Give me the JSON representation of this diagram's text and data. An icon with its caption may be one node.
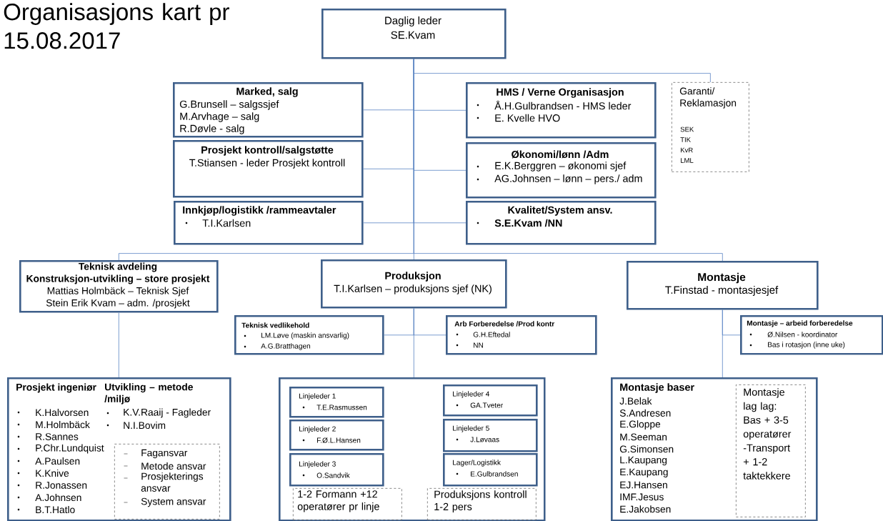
{
  "diagram": {
    "title": "Organisasjons kart pr 15.08.2017",
    "nodes": [
      {
        "text": [
          "Daglig leder",
          "SE.Kvam"
        ]
      },
      {
        "text": [
          "Marked, salg",
          "G.Brunsell – salgssjef",
          "M.Arvhage – salg",
          "R.Døvle - salg"
        ]
      },
      {
        "text": [
          "Prosjekt kontroll/salgstøtte",
          "T.Stiansen - leder Prosjekt kontroll"
        ]
      },
      {
        "text": [
          "Innkjøp/logistikk /rammeavtaler",
          "T.I.Karlsen"
        ]
      },
      {
        "text": [
          "HMS / Verne Organisasjon",
          "Å.H.Gulbrandsen - HMS leder",
          "E. Kvelle HVO"
        ]
      },
      {
        "text": [
          "Økonomi/lønn /Adm",
          "E.K.Berggren – økonomi sjef",
          "AG.Johnsen – lønn – pers./ adm"
        ]
      },
      {
        "text": [
          "Kvalitet/System ansv.",
          "S.E.Kvam /NN"
        ]
      },
      {
        "text": [
          "Garanti/ Reklamasjon",
          "SEK",
          "TIK",
          "KvR",
          "LML"
        ]
      },
      {
        "text": [
          "Teknisk avdeling",
          "Konstruksjon-utvikling – store prosjekt",
          "Mattias Holmbäck – Teknisk Sjef",
          "Stein Erik Kvam – adm. /prosjekt"
        ]
      },
      {
        "text": [
          "Produksjon",
          "T.I.Karlsen – produksjons sjef (NK)"
        ]
      },
      {
        "text": [
          "Montasje",
          "T.Finstad - montasjesjef"
        ]
      },
      {
        "text": [
          "Teknisk vedlikehold",
          "LM.Løve (maskin ansvarlig)",
          "A.G.Bratthagen"
        ]
      },
      {
        "text": [
          "Arb Forberedelse /Prod kontr",
          "G.H.Eftedal",
          "NN"
        ]
      },
      {
        "text": [
          "Montasje – arbeid forberedelse",
          "Ø.Nilsen - koordinator",
          "Bas i rotasjon (inne uke)"
        ]
      },
      {
        "text": [
          "Prosjekt ingeniør",
          "K.Halvorsen",
          "M.Holmbäck",
          "R.Sannes",
          "P.Chr.Lundquist",
          "A.Paulsen",
          "K.Knive",
          "R.Jonassen",
          "A.Johnsen",
          "B.T.Hatlo",
          "Utvikling – metode /miljø",
          "K.V.Raaij - Fagleder",
          "N.I.Bovim"
        ]
      },
      {
        "text": [
          "Fagansvar",
          "Metode ansvar",
          "Prosjekterings ansvar",
          "System ansvar"
        ],
        "in": 14
      },
      {
        "text": [],
        "shape": "box"
      },
      {
        "text": [
          "Linjeleder 1",
          "T.E.Rasmussen"
        ],
        "in": 16
      },
      {
        "text": [
          "Linjeleder 2",
          "F.Ø.L.Hansen"
        ],
        "in": 16
      },
      {
        "text": [
          "Linjeleder 3",
          "O.Sandvik"
        ],
        "in": 16
      },
      {
        "text": [
          "1-2 Formann +12 operatører pr linje"
        ],
        "in": 16
      },
      {
        "text": [
          "Linjeleder 4",
          "GA.Tveter"
        ],
        "in": 16
      },
      {
        "text": [
          "Linjeleder 5",
          "J.Løvaas"
        ],
        "in": 16
      },
      {
        "text": [
          "Lager/Logistikk",
          "E.Gulbrandsen"
        ],
        "in": 16
      },
      {
        "text": [
          "Produksjons kontroll 1-2 pers"
        ],
        "in": 16
      },
      {
        "text": [
          "Montasje baser",
          "J.Belak",
          "S.Andresen",
          "E.Gloppe",
          "M.Seeman",
          "G.Simonsen",
          "L.Kaupang",
          "E.Kaupang",
          "EJ.Hansen",
          "IMF.Jesus",
          "E.Jakobsen"
        ]
      },
      {
        "text": [
          "Montasje lag lag: Bas + 3-5 operatører -Transport + 1-2 taktekkere"
        ],
        "in": 25
      }
    ],
    "edges": [
      {
        "from": 0,
        "to": 1,
        "arrow": "none"
      },
      {
        "from": 0,
        "to": 4,
        "arrow": "none"
      },
      {
        "from": 0,
        "to": 2,
        "arrow": "none"
      },
      {
        "from": 0,
        "to": 5,
        "arrow": "none"
      },
      {
        "from": 0,
        "to": 3,
        "arrow": "none"
      },
      {
        "from": 0,
        "to": 6,
        "arrow": "none"
      },
      {
        "from": 0,
        "to": 7,
        "arrow": "none"
      },
      {
        "from": 0,
        "to": 8,
        "arrow": "none"
      },
      {
        "from": 0,
        "to": 9,
        "arrow": "none"
      },
      {
        "from": 0,
        "to": 10,
        "arrow": "none"
      },
      {
        "from": 8,
        "to": 14,
        "arrow": "none"
      },
      {
        "from": 9,
        "to": 11,
        "arrow": "none"
      },
      {
        "from": 9,
        "to": 12,
        "arrow": "none"
      },
      {
        "from": 9,
        "to": 16,
        "arrow": "none"
      },
      {
        "from": 10,
        "to": 13,
        "arrow": "none"
      },
      {
        "from": 10,
        "to": 25,
        "arrow": "none"
      }
    ]
  }
}
